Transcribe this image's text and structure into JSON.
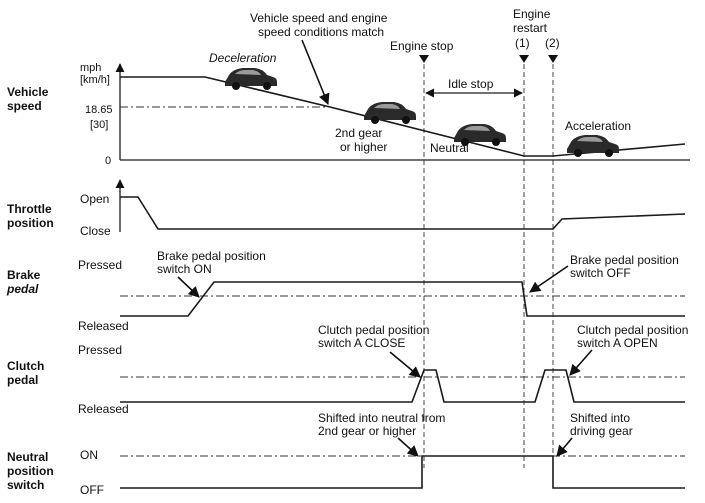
{
  "rows": {
    "vehicle_speed": {
      "line1": "Vehicle",
      "line2": "speed",
      "unit1": "mph",
      "unit2": "[km/h]",
      "tick_mid_a": "18.65",
      "tick_mid_b": "[30]",
      "tick_zero": "0"
    },
    "throttle": {
      "line1": "Throttle",
      "line2": "position",
      "top": "Open",
      "bottom": "Close"
    },
    "brake": {
      "line1": "Brake",
      "line2": "pedal",
      "top": "Pressed",
      "bottom": "Released"
    },
    "clutch": {
      "line1": "Clutch",
      "line2": "pedal",
      "top": "Pressed",
      "bottom": "Released"
    },
    "neutral": {
      "line1": "Neutral",
      "line2": "position",
      "line3": "switch",
      "top": "ON",
      "bottom": "OFF"
    }
  },
  "annotations": {
    "match_a": "Vehicle speed and engine",
    "match_b": "speed conditions match",
    "deceleration": "Deceleration",
    "engine_stop": "Engine stop",
    "engine_restart_a": "Engine",
    "engine_restart_b": "restart",
    "restart_1": "(1)",
    "restart_2": "(2)",
    "idle_stop": "Idle stop",
    "gear_a": "2nd gear",
    "gear_b": "or higher",
    "neutral": "Neutral",
    "acceleration": "Acceleration",
    "brake_on_a": "Brake pedal position",
    "brake_on_b": "switch ON",
    "brake_off_a": "Brake pedal position",
    "brake_off_b": "switch OFF",
    "clutch_close_a": "Clutch pedal position",
    "clutch_close_b": "switch A CLOSE",
    "clutch_open_a": "Clutch pedal position",
    "clutch_open_b": "switch A OPEN",
    "shift_neutral_a": "Shifted into neutral from",
    "shift_neutral_b": "2nd gear or higher",
    "shift_drive_a": "Shifted into",
    "shift_drive_b": "driving gear"
  },
  "icons": {
    "car": "car-icon",
    "down_marker": "down-triangle-icon",
    "arrow": "arrow-icon"
  },
  "colors": {
    "line": "#1a1a1a",
    "background": "#ffffff"
  }
}
